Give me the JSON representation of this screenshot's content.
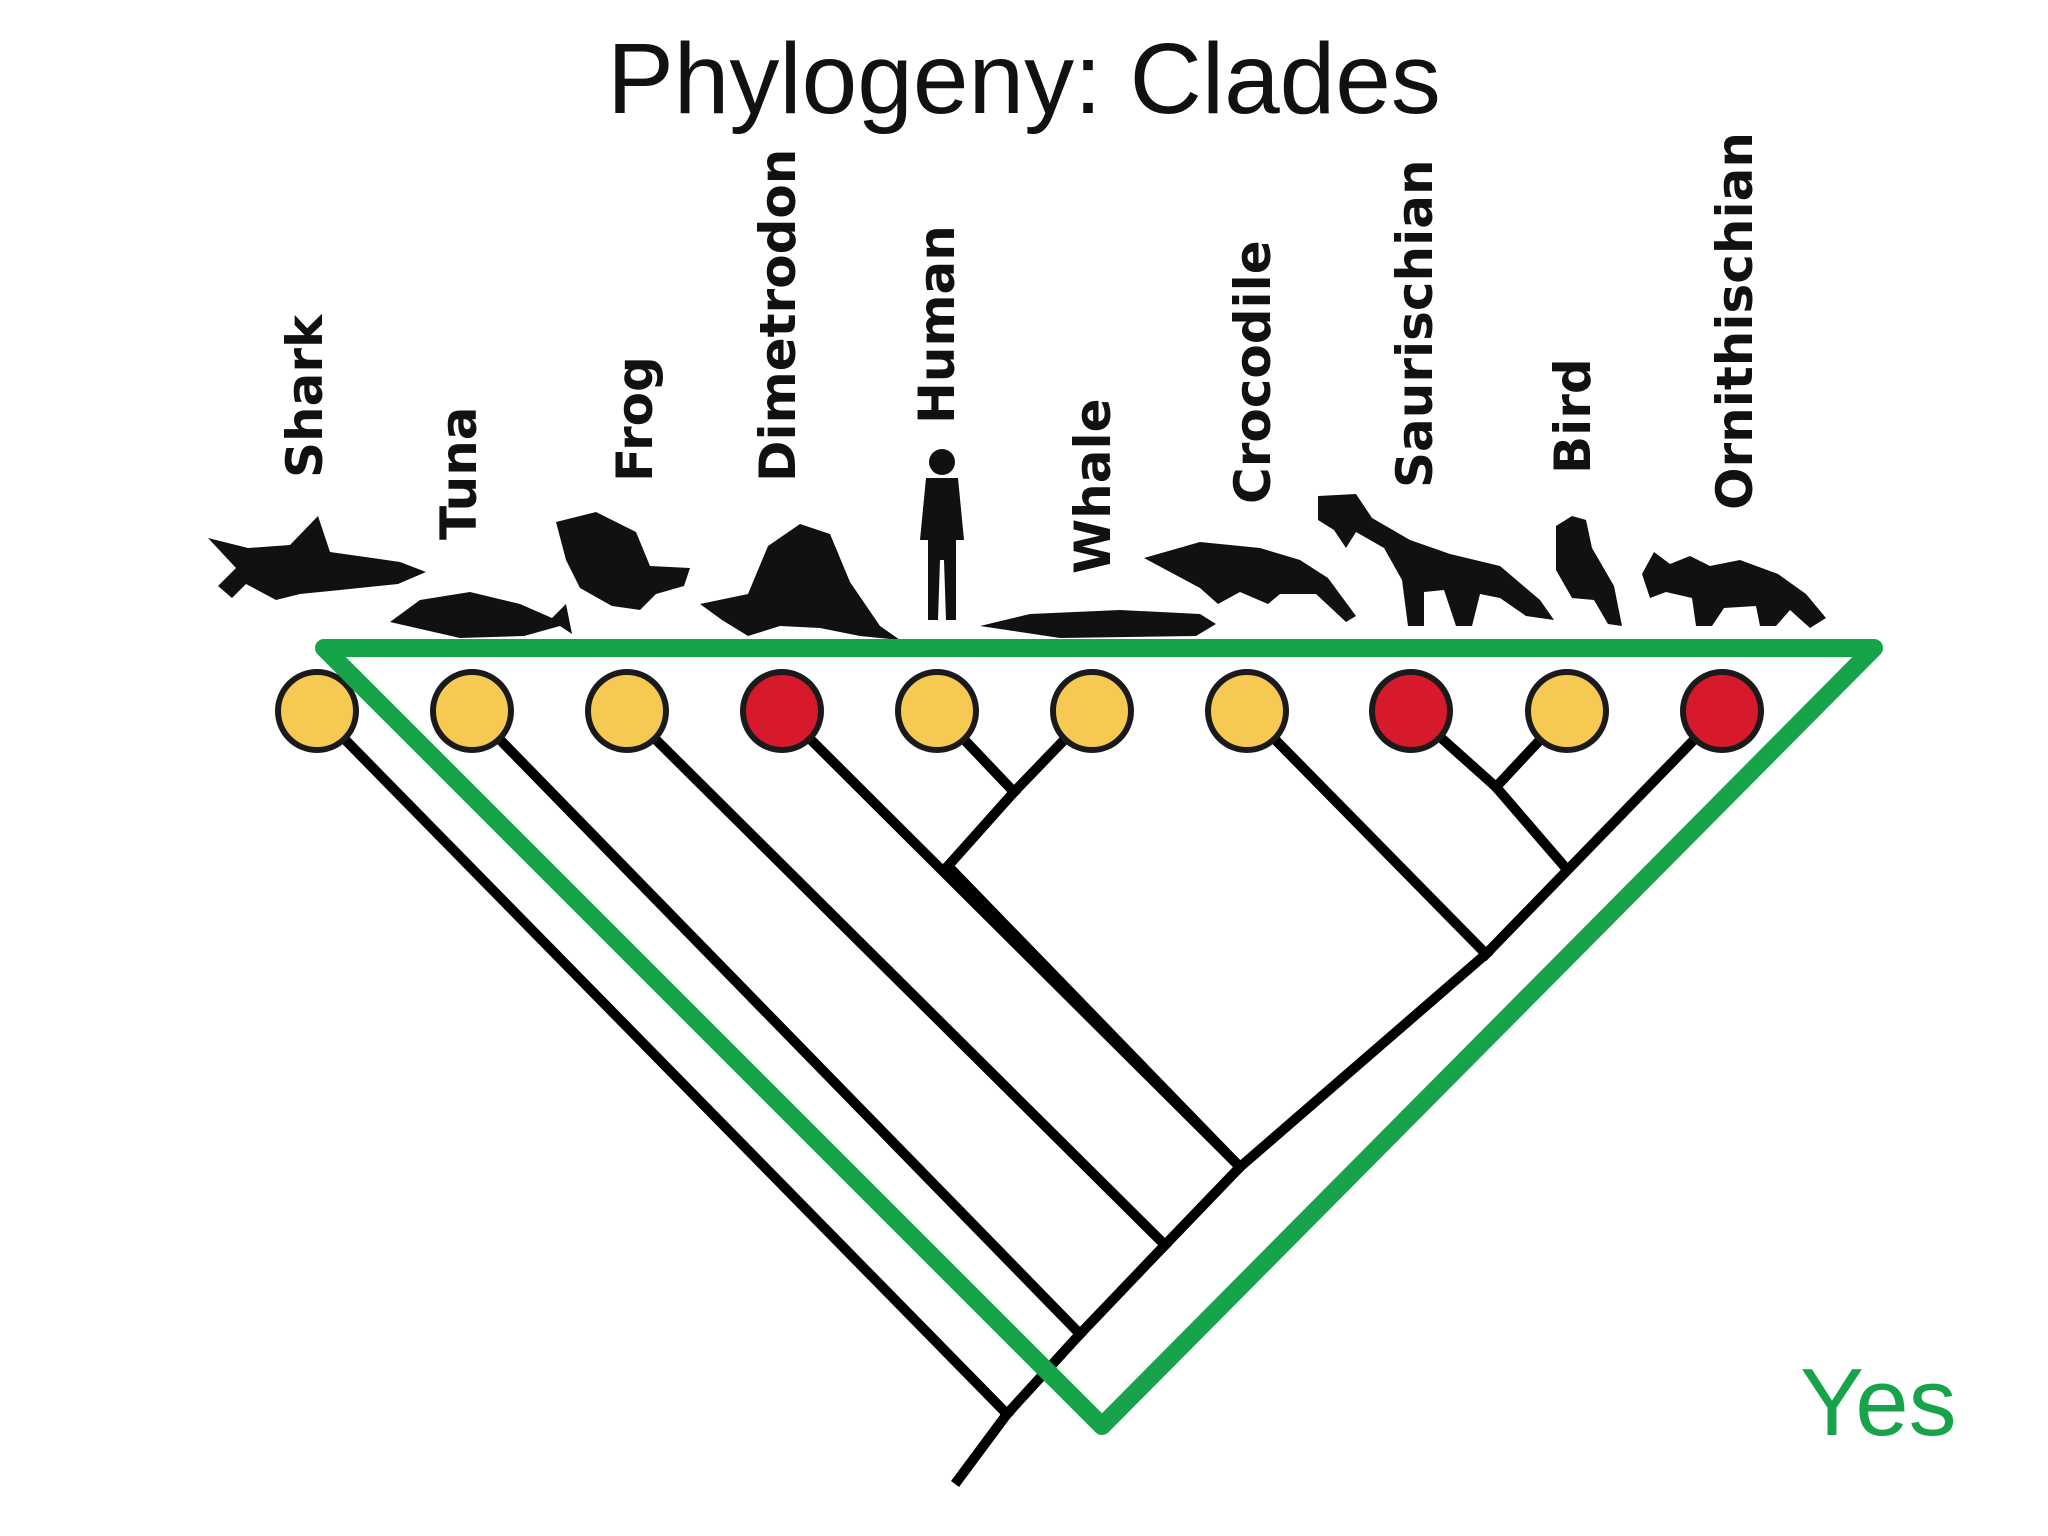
{
  "slide": {
    "title": "Phylogeny: Clades",
    "verdict": "Yes"
  },
  "colors": {
    "verdict": "#16a34a",
    "clade_outline": "#16a34a",
    "trait_present": "#d7192c",
    "trait_absent": "#f6c952"
  },
  "taxa": [
    {
      "name": "Shark",
      "state": "absent",
      "icon": "shark-icon"
    },
    {
      "name": "Tuna",
      "state": "absent",
      "icon": "tuna-icon"
    },
    {
      "name": "Frog",
      "state": "absent",
      "icon": "frog-icon"
    },
    {
      "name": "Dimetrodon",
      "state": "present",
      "icon": "dimetrodon-icon"
    },
    {
      "name": "Human",
      "state": "absent",
      "icon": "human-icon"
    },
    {
      "name": "Whale",
      "state": "absent",
      "icon": "whale-icon"
    },
    {
      "name": "Crocodile",
      "state": "absent",
      "icon": "crocodile-icon"
    },
    {
      "name": "Saurischian",
      "state": "present",
      "icon": "saurischian-icon"
    },
    {
      "name": "Bird",
      "state": "absent",
      "icon": "bird-icon"
    },
    {
      "name": "Ornithischian",
      "state": "present",
      "icon": "ornithischian-icon"
    }
  ],
  "clade_highlight": {
    "members": [
      "Tuna",
      "Frog",
      "Dimetrodon",
      "Human",
      "Whale",
      "Crocodile",
      "Saurischian",
      "Bird",
      "Ornithischian"
    ]
  }
}
